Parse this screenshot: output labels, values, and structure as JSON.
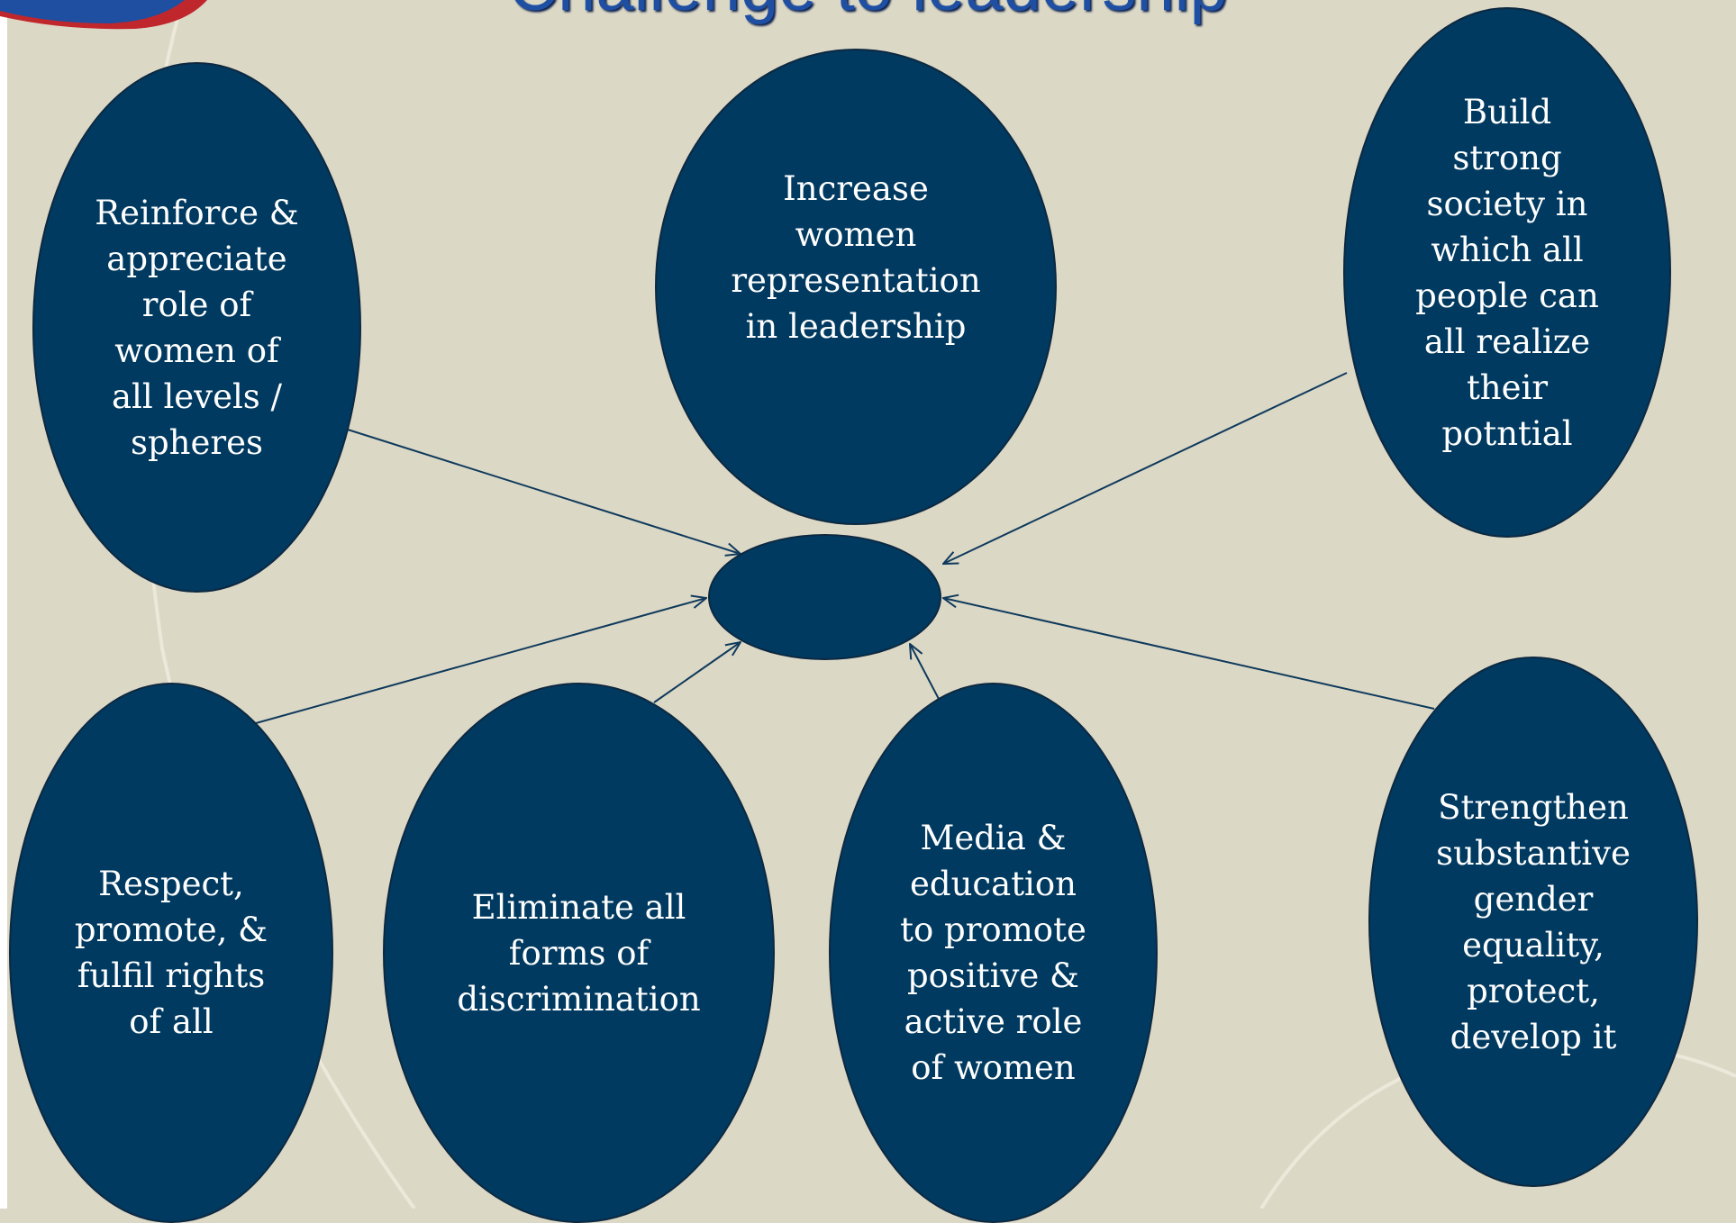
{
  "title": "Challenge to leadership",
  "colors": {
    "background": "#dcd8c6",
    "bubble_fill": "#003a60",
    "bubble_text": "#ffffff",
    "title_text": "#1f4fa3",
    "arrow": "#0f3a5c"
  },
  "nodes": {
    "center": "",
    "reinforce": "Reinforce &\nappreciate\nrole of\nwomen of\nall levels /\nspheres",
    "increase": "Increase\nwomen\nrepresentation\nin leadership",
    "build": "Build\nstrong\nsociety in\nwhich all\npeople can\nall realize\ntheir\npotntial",
    "respect": "Respect,\npromote, &\nfulfil rights\nof all",
    "eliminate": "Eliminate all\nforms of\ndiscrimination",
    "media": "Media &\neducation\nto promote\npositive &\nactive role\nof  women",
    "strengthen": "Strengthen\nsubstantive\ngender\nequality,\nprotect,\ndevelop it"
  }
}
